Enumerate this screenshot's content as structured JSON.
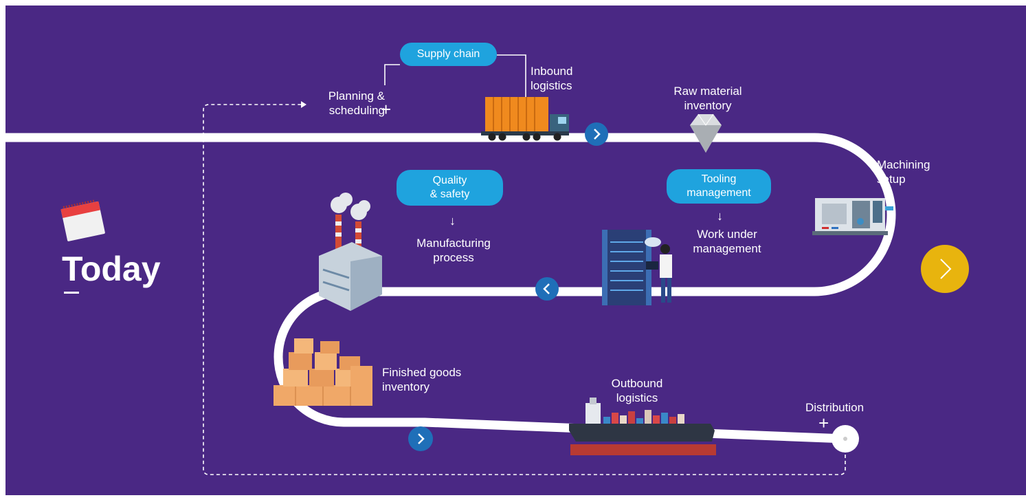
{
  "colors": {
    "background": "#4a2884",
    "path": "#ffffff",
    "pill": "#1fa3de",
    "nav_button": "#1f6fb8",
    "next_button": "#e8b40e"
  },
  "title": "Today",
  "pills": {
    "supply_chain": "Supply chain",
    "quality_safety": [
      "Quality",
      "& safety"
    ],
    "tooling_management": [
      "Tooling",
      "management"
    ]
  },
  "stages": {
    "planning": [
      "Planning &",
      "scheduling"
    ],
    "inbound": [
      "Inbound",
      "logistics"
    ],
    "raw_material": [
      "Raw material",
      "inventory"
    ],
    "machining": [
      "Machining",
      "setup"
    ],
    "work_under_management": [
      "Work under",
      "management"
    ],
    "manufacturing": [
      "Manufacturing",
      "process"
    ],
    "finished_goods": [
      "Finished goods",
      "inventory"
    ],
    "outbound": [
      "Outbound",
      "logistics"
    ],
    "distribution": "Distribution"
  },
  "icons": {
    "calendar": "calendar-icon",
    "truck": "truck-icon",
    "diamond": "diamond-icon",
    "machine": "cnc-machine-icon",
    "server": "server-rack-icon",
    "factory": "factory-icon",
    "boxes": "boxes-icon",
    "ship": "cargo-ship-icon",
    "next": "chevron-right-icon",
    "prev": "chevron-left-icon"
  }
}
